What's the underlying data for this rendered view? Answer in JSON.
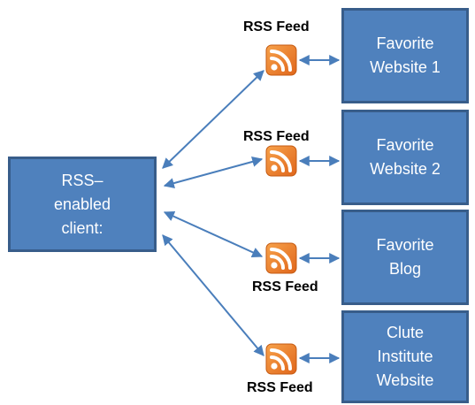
{
  "client": {
    "label": "RSS–\nenabled\nclient:"
  },
  "feeds": [
    {
      "feed_label": "RSS Feed",
      "target": "Favorite\nWebsite  1"
    },
    {
      "feed_label": "RSS Feed",
      "target": "Favorite\nWebsite  2"
    },
    {
      "feed_label": "RSS Feed",
      "target": "Favorite\nBlog"
    },
    {
      "feed_label": "RSS Feed",
      "target": "Clute\nInstitute\nWebsite"
    }
  ],
  "colors": {
    "box_fill": "#4f81bd",
    "box_border": "#385d8a",
    "arrow": "#4a7ebb",
    "rss_orange": "#f07e21"
  },
  "icon": "rss-icon"
}
